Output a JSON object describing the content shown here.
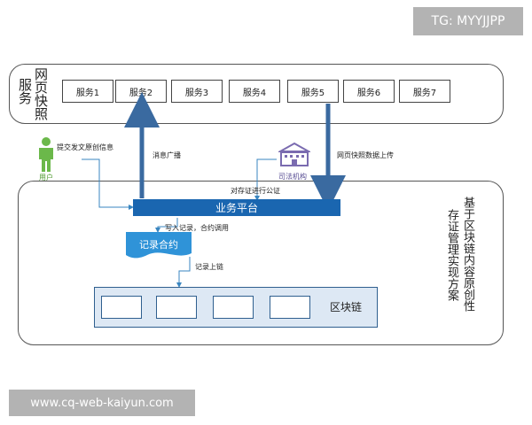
{
  "snapshot": {
    "label_col1": "网页快照",
    "label_col2": "服务",
    "services": [
      "服务1",
      "服务2",
      "服务3",
      "服务4",
      "服务5",
      "服务6",
      "服务7"
    ]
  },
  "flows": {
    "broadcast": "消息广播",
    "upload": "网页快照数据上传",
    "submit": "提交发文原创信息",
    "notarize": "对存证进行公证",
    "write": "写入记录，合约调用",
    "chain_up": "记录上链"
  },
  "actors": {
    "user": "用户",
    "judicial": "司法机构"
  },
  "platform": {
    "title": "业务平台"
  },
  "contract": {
    "title": "记录合约"
  },
  "blockchain": {
    "title": "区块链"
  },
  "scheme": {
    "col1": "基于区块链内容原创性",
    "col2": "存证管理实现方案"
  },
  "watermarks": {
    "top": "TG: MYYJJPP",
    "bottom": "www.cq-web-kaiyun.com"
  },
  "colors": {
    "platform": "#1a66b0",
    "arrow": "#3a6aa0",
    "chain_fill": "#dde8f4",
    "user": "#6bb84a",
    "judicial": "#7a6bb0",
    "contract": "#2f93d8"
  }
}
